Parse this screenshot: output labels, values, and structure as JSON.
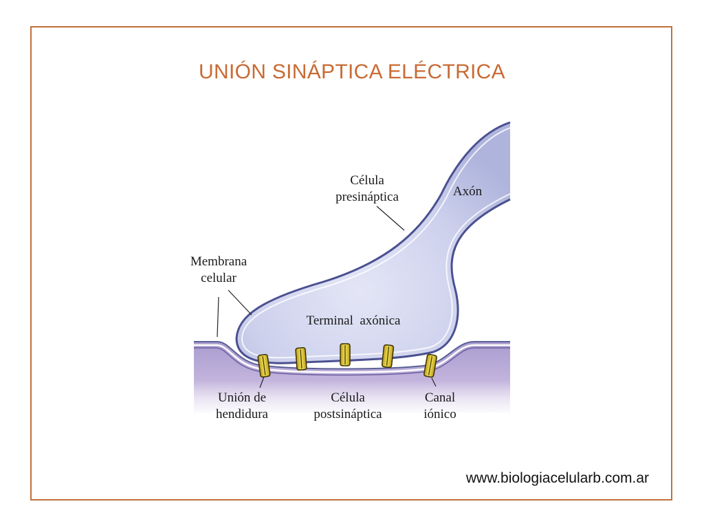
{
  "title": "UNIÓN SINÁPTICA ELÉCTRICA",
  "labels": {
    "cell_pre_1": "Célula",
    "cell_pre_2": "presináptica",
    "axon": "Axón",
    "membrane_1": "Membrana",
    "membrane_2": "celular",
    "terminal": "Terminal  axónica",
    "gap_1": "Unión de",
    "gap_2": "hendidura",
    "cell_post_1": "Célula",
    "cell_post_2": "postsináptica",
    "channel_1": "Canal",
    "channel_2": "iónico"
  },
  "website": "www.biologiacelularb.com.ar",
  "colors": {
    "border": "#c0703a",
    "title": "#c86a34",
    "presynaptic": "#c7cbe8",
    "postsynaptic": "#b9a6d2",
    "channel": "#e6d44a"
  }
}
